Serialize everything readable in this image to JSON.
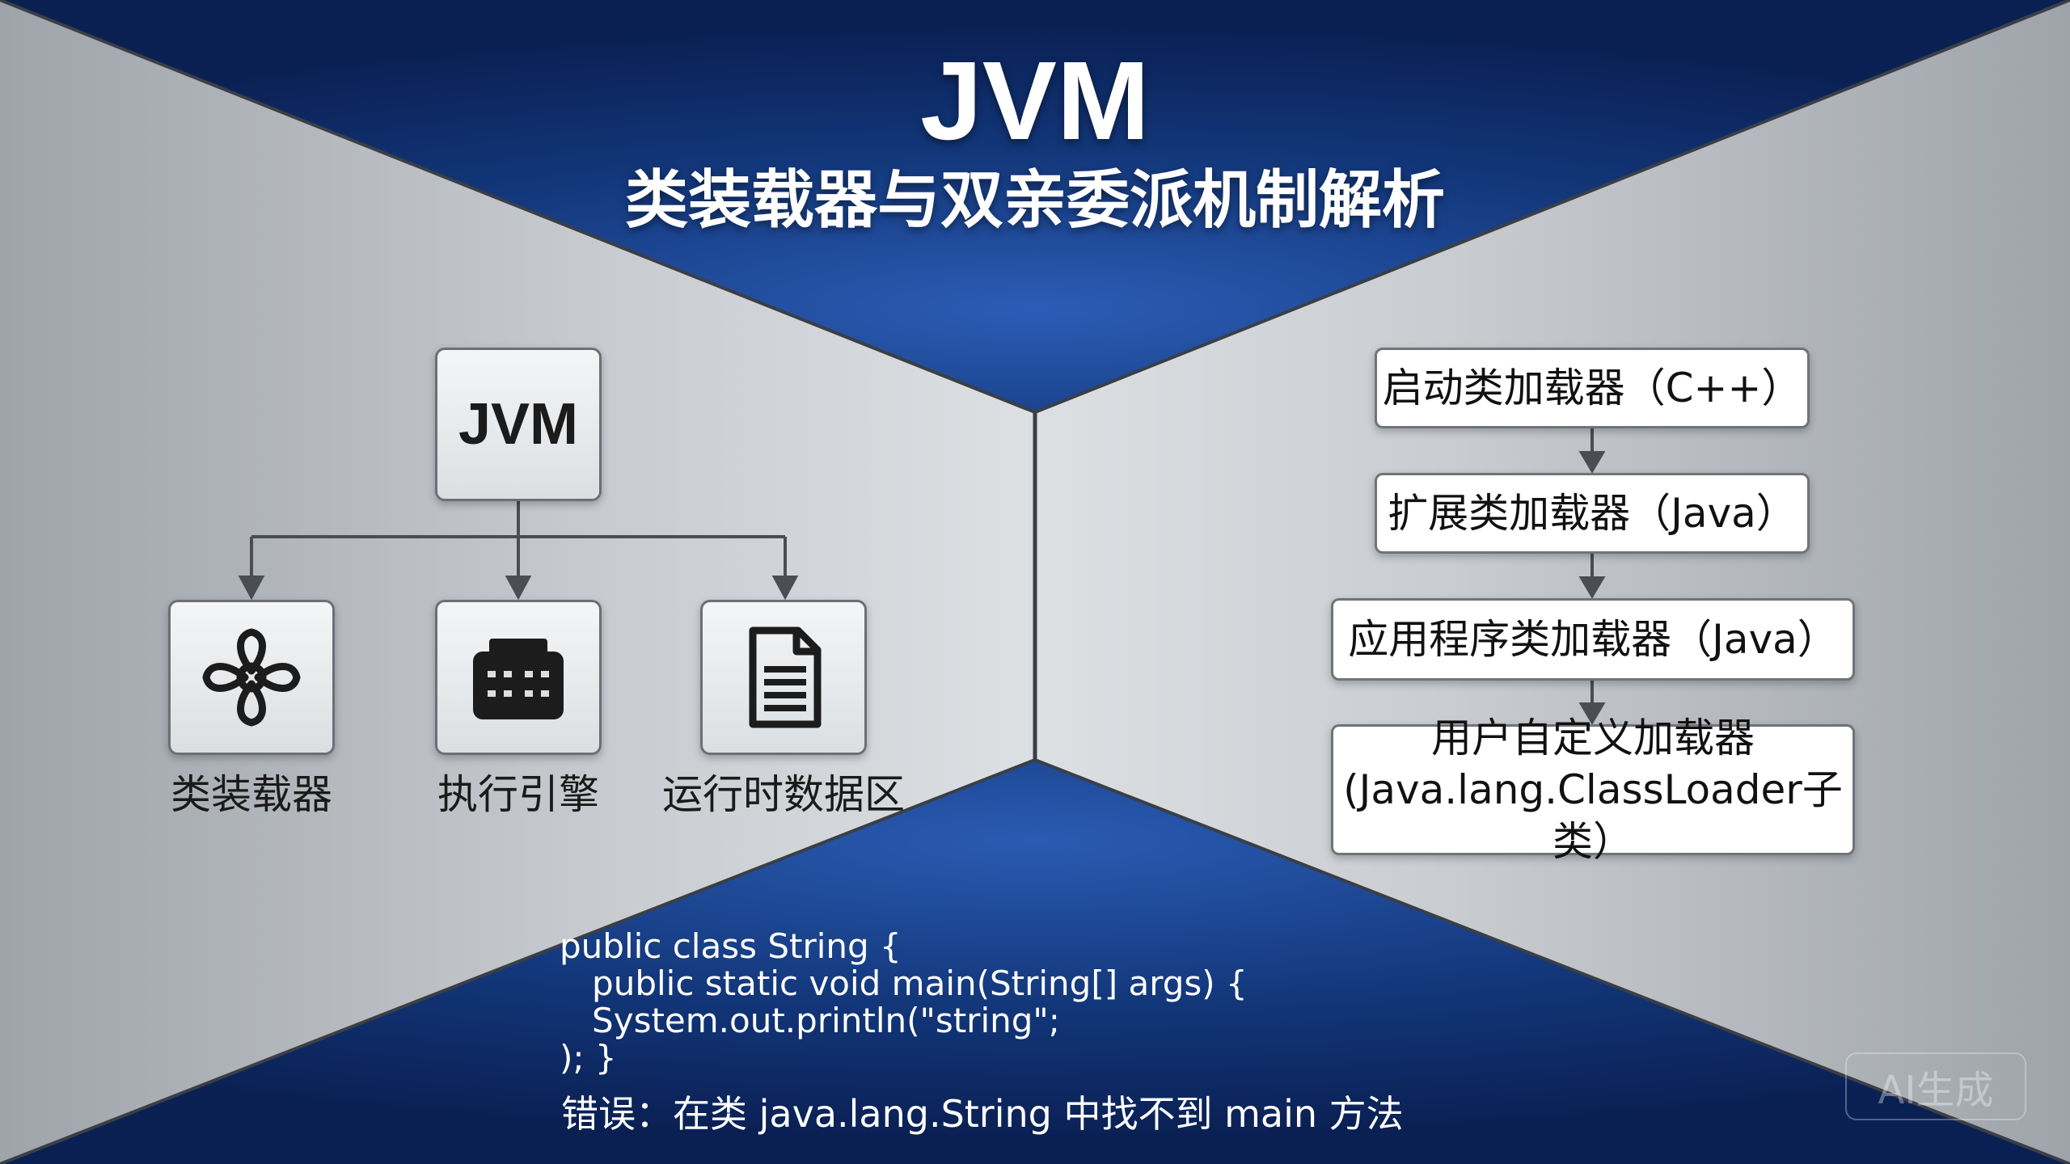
{
  "header": {
    "title": "JVM",
    "subtitle": "类装载器与双亲委派机制解析"
  },
  "architecture": {
    "root": "JVM",
    "components": [
      {
        "label": "类装载器",
        "icon": "flower-icon"
      },
      {
        "label": "执行引擎",
        "icon": "engine-icon"
      },
      {
        "label": "运行时数据区",
        "icon": "document-icon"
      }
    ]
  },
  "loaders": {
    "bootstrap": "启动类加载器（C++）",
    "extension": "扩展类加载器（Java）",
    "application": "应用程序类加载器（Java）",
    "user_line1": "用户自定义加载器",
    "user_line2": "(Java.lang.ClassLoader子类）"
  },
  "code": {
    "lines": [
      "public class String {",
      "   public static void main(String[] args) {",
      "   System.out.println(\"string\";",
      "); }"
    ],
    "error": "错误：在类 java.lang.String 中找不到 main 方法"
  },
  "watermark": "AI生成",
  "colors": {
    "navy": "#0e2a6b",
    "navy_light": "#2553a8",
    "silver": "#c9ccd0"
  }
}
